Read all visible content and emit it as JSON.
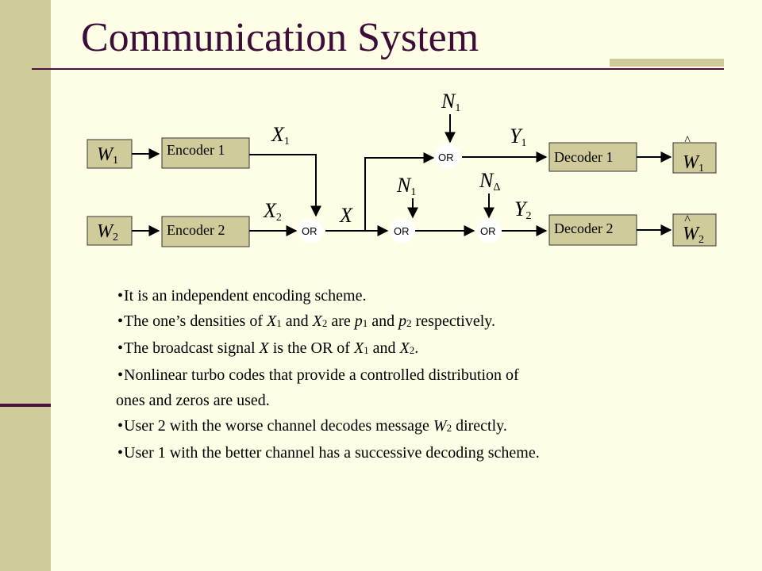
{
  "title": "Communication System",
  "colors": {
    "background": "#fefde6",
    "sidebar": "#cfcb9a",
    "accent": "#4b1240",
    "box_fill": "#cfcb9a"
  },
  "diagram": {
    "inputs": {
      "w1": "W",
      "w1_sub": "1",
      "w2": "W",
      "w2_sub": "2"
    },
    "encoders": {
      "enc1": "Encoder 1",
      "enc2": "Encoder 2"
    },
    "decoders": {
      "dec1": "Decoder 1",
      "dec2": "Decoder 2"
    },
    "or_label": "OR",
    "signals": {
      "x1": "X",
      "x1_sub": "1",
      "x2": "X",
      "x2_sub": "2",
      "x": "X",
      "n1_top": "N",
      "n1_top_sub": "1",
      "n1_mid": "N",
      "n1_mid_sub": "1",
      "n_delta": "N",
      "n_delta_sub": "Δ",
      "y1": "Y",
      "y1_sub": "1",
      "y2": "Y",
      "y2_sub": "2"
    },
    "outputs": {
      "what1": "W",
      "what1_sub": "1",
      "what2": "W",
      "what2_sub": "2",
      "hat": "^"
    }
  },
  "bullets": {
    "b1": "It is an independent encoding scheme.",
    "b2": {
      "pre": "The one’s densities of ",
      "x1": "X",
      "x1_sub": "1",
      "and1": " and ",
      "x2": "X",
      "x2_sub": "2",
      "are": " are ",
      "p1": "p",
      "p1_sub": "1",
      "and2": " and ",
      "p2": "p",
      "p2_sub": "2",
      "post": " respectively."
    },
    "b3": {
      "pre": "The broadcast signal ",
      "x": "X",
      "mid": " is the OR of ",
      "x1": "X",
      "x1_sub": "1",
      "and": " and ",
      "x2": "X",
      "x2_sub": "2",
      "post": "."
    },
    "b4": {
      "line1": "Nonlinear turbo codes that provide a controlled distribution of",
      "line2": "ones and zeros are used."
    },
    "b5": {
      "pre": "User 2 with the worse channel decodes message ",
      "w": "W",
      "w_sub": "2",
      "post": " directly."
    },
    "b6": "User 1 with the better channel has a successive decoding scheme."
  }
}
